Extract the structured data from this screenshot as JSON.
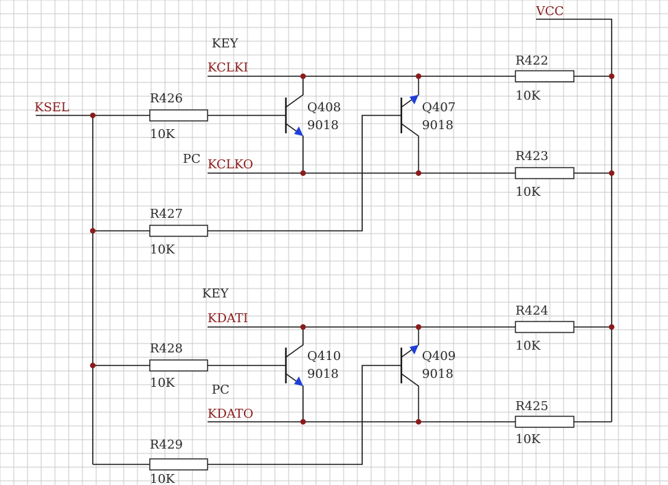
{
  "nets": {
    "vcc": "VCC",
    "ksel": "KSEL",
    "key_top": "KEY",
    "kclki": "KCLKI",
    "pc_top": "PC",
    "kclko": "KCLKO",
    "key_bottom": "KEY",
    "kdati": "KDATI",
    "pc_bottom": "PC",
    "kdato": "KDATO"
  },
  "resistors": [
    {
      "ref": "R422",
      "value": "10K"
    },
    {
      "ref": "R423",
      "value": "10K"
    },
    {
      "ref": "R424",
      "value": "10K"
    },
    {
      "ref": "R425",
      "value": "10K"
    },
    {
      "ref": "R426",
      "value": "10K"
    },
    {
      "ref": "R427",
      "value": "10K"
    },
    {
      "ref": "R428",
      "value": "10K"
    },
    {
      "ref": "R429",
      "value": "10K"
    }
  ],
  "transistors": [
    {
      "ref": "Q408",
      "type": "9018"
    },
    {
      "ref": "Q407",
      "type": "9018"
    },
    {
      "ref": "Q410",
      "type": "9018"
    },
    {
      "ref": "Q409",
      "type": "9018"
    }
  ],
  "colors": {
    "grid": "#c9c9c9",
    "net_label": "#8b1a1a",
    "part_label": "#2a2a2a",
    "wire": "#1a1a1a",
    "junction": "#8b1a1a",
    "emitter_arrow": "#1f3fd8"
  }
}
